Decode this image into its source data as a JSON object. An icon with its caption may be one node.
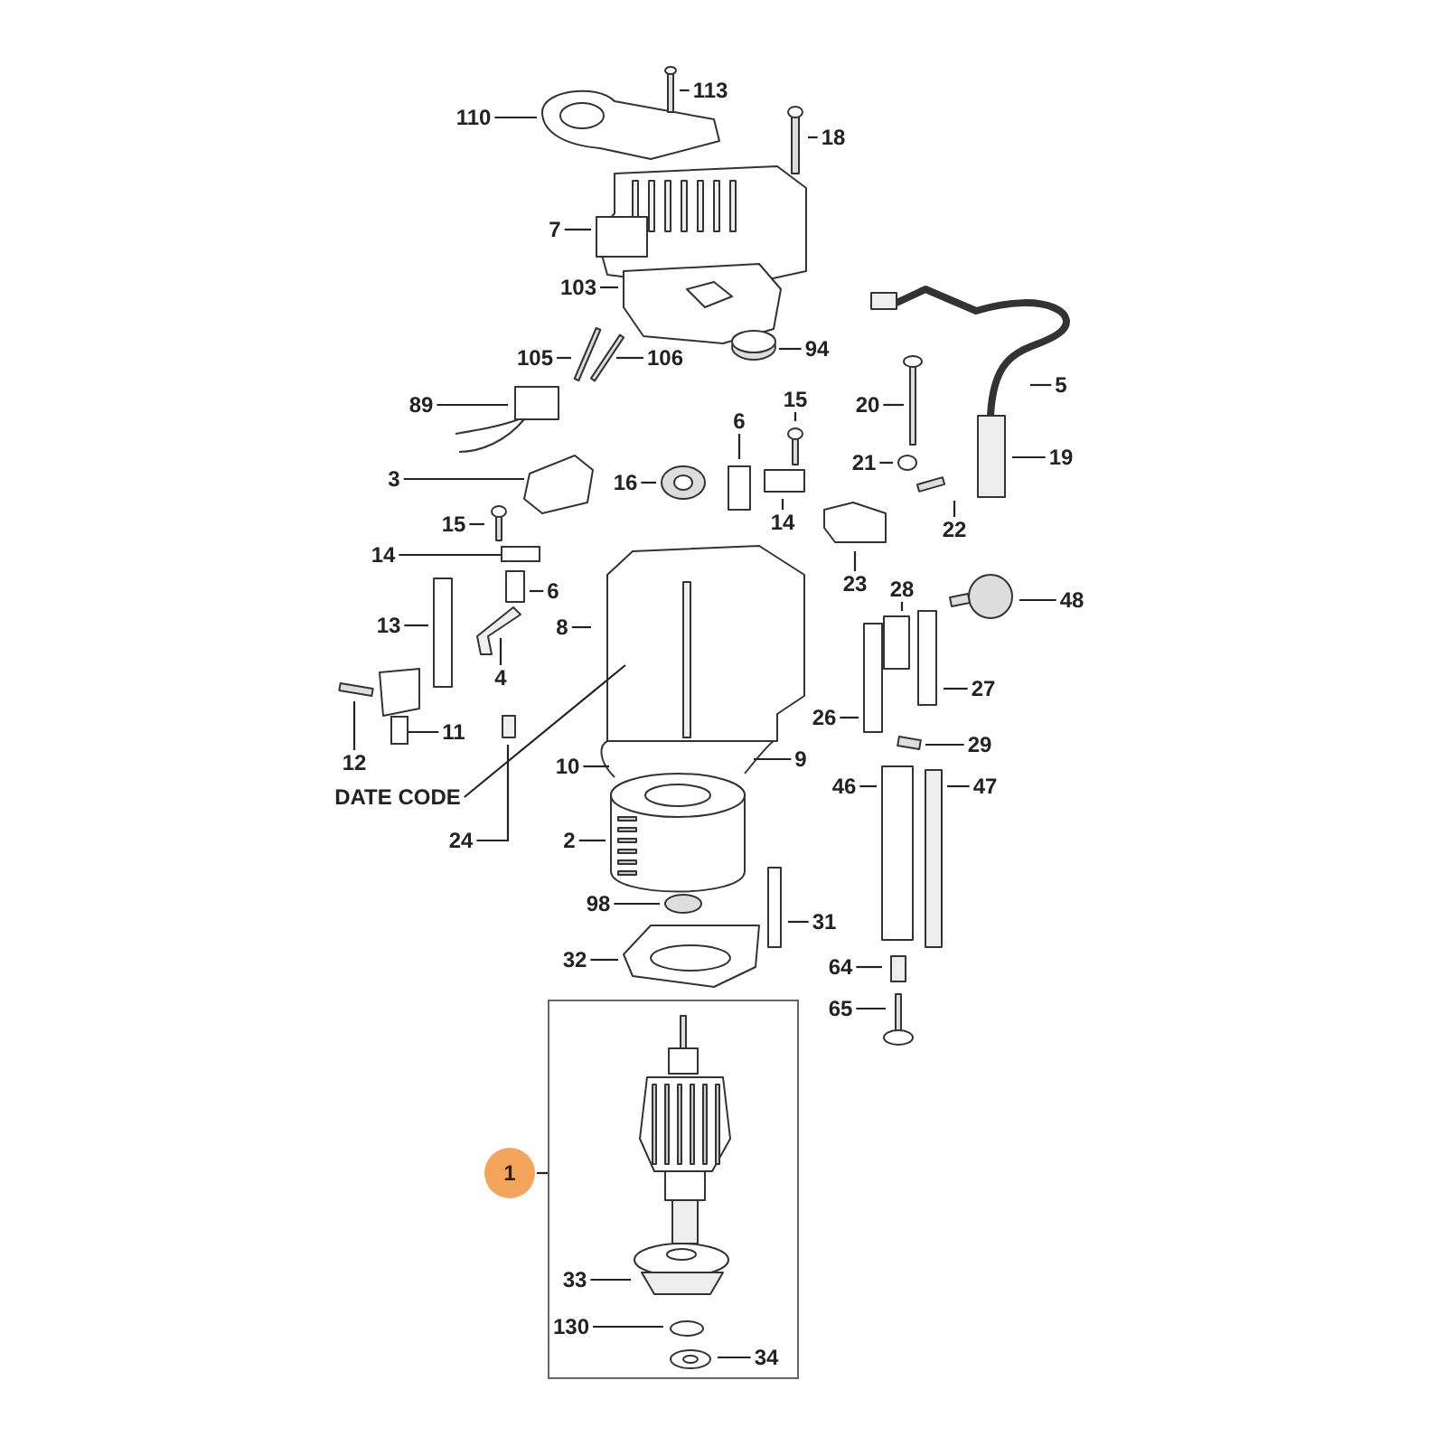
{
  "diagram": {
    "nodes": [
      {
        "text": [
          "113"
        ]
      },
      {
        "text": [
          "110"
        ]
      },
      {
        "text": [
          "18"
        ]
      },
      {
        "text": [
          "7"
        ]
      },
      {
        "text": [
          "103"
        ]
      },
      {
        "text": [
          "105"
        ]
      },
      {
        "text": [
          "106"
        ]
      },
      {
        "text": [
          "94"
        ]
      },
      {
        "text": [
          "5"
        ]
      },
      {
        "text": [
          "20"
        ]
      },
      {
        "text": [
          "15"
        ]
      },
      {
        "text": [
          "89"
        ]
      },
      {
        "text": [
          "6"
        ]
      },
      {
        "text": [
          "19"
        ]
      },
      {
        "text": [
          "21"
        ]
      },
      {
        "text": [
          "3"
        ]
      },
      {
        "text": [
          "16"
        ]
      },
      {
        "text": [
          "14"
        ]
      },
      {
        "text": [
          "15"
        ]
      },
      {
        "text": [
          "22"
        ]
      },
      {
        "text": [
          "14"
        ]
      },
      {
        "text": [
          "23"
        ]
      },
      {
        "text": [
          "6"
        ]
      },
      {
        "text": [
          "28"
        ]
      },
      {
        "text": [
          "48"
        ]
      },
      {
        "text": [
          "13"
        ]
      },
      {
        "text": [
          "8"
        ]
      },
      {
        "text": [
          "4"
        ]
      },
      {
        "text": [
          "27"
        ]
      },
      {
        "text": [
          "26"
        ]
      },
      {
        "text": [
          "11"
        ]
      },
      {
        "text": [
          "29"
        ]
      },
      {
        "text": [
          "9"
        ]
      },
      {
        "text": [
          "12"
        ]
      },
      {
        "text": [
          "10"
        ]
      },
      {
        "text": [
          "46"
        ]
      },
      {
        "text": [
          "47"
        ]
      },
      {
        "text": [
          "DATE CODE"
        ]
      },
      {
        "text": [
          "2"
        ]
      },
      {
        "text": [
          "24"
        ]
      },
      {
        "text": [
          "98"
        ]
      },
      {
        "text": [
          "31"
        ]
      },
      {
        "text": [
          "32"
        ]
      },
      {
        "text": [
          "64"
        ]
      },
      {
        "text": [
          "65"
        ]
      },
      {
        "text": [],
        "shape": "box"
      },
      {
        "text": [
          "1"
        ]
      },
      {
        "text": [
          "33"
        ],
        "in": 45
      },
      {
        "text": [
          "130"
        ],
        "in": 45
      },
      {
        "text": [
          "34"
        ],
        "in": 45
      },
      {
        "text": [],
        "shape": "box"
      },
      {
        "text": [],
        "shape": "box"
      }
    ],
    "edges": [
      {
        "from": 0,
        "to": null,
        "arrow": "none"
      },
      {
        "from": 1,
        "to": null,
        "arrow": "none"
      },
      {
        "from": 2,
        "to": null,
        "arrow": "none"
      },
      {
        "from": 3,
        "to": null,
        "arrow": "none"
      },
      {
        "from": 4,
        "to": null,
        "arrow": "none"
      },
      {
        "from": 5,
        "to": null,
        "arrow": "none"
      },
      {
        "from": 6,
        "to": null,
        "arrow": "none"
      },
      {
        "from": 7,
        "to": null,
        "arrow": "none"
      },
      {
        "from": 8,
        "to": null,
        "arrow": "none"
      },
      {
        "from": 9,
        "to": null,
        "arrow": "none"
      },
      {
        "from": 10,
        "to": null,
        "arrow": "none"
      },
      {
        "from": 11,
        "to": null,
        "arrow": "none"
      },
      {
        "from": 12,
        "to": null,
        "arrow": "none"
      },
      {
        "from": 13,
        "to": null,
        "arrow": "none"
      },
      {
        "from": 14,
        "to": null,
        "arrow": "none"
      },
      {
        "from": 15,
        "to": null,
        "arrow": "none"
      },
      {
        "from": 16,
        "to": null,
        "arrow": "none"
      },
      {
        "from": 17,
        "to": null,
        "arrow": "none"
      },
      {
        "from": 18,
        "to": null,
        "arrow": "none"
      },
      {
        "from": 19,
        "to": null,
        "arrow": "none"
      },
      {
        "from": 20,
        "to": 50,
        "arrow": "none"
      },
      {
        "from": 21,
        "to": null,
        "arrow": "none"
      },
      {
        "from": 22,
        "to": null,
        "arrow": "none"
      },
      {
        "from": 23,
        "to": null,
        "arrow": "none"
      },
      {
        "from": 24,
        "to": null,
        "arrow": "none"
      },
      {
        "from": 25,
        "to": null,
        "arrow": "none"
      },
      {
        "from": 26,
        "to": null,
        "arrow": "none"
      },
      {
        "from": 27,
        "to": null,
        "arrow": "none"
      },
      {
        "from": 28,
        "to": null,
        "arrow": "none"
      },
      {
        "from": 29,
        "to": null,
        "arrow": "none"
      },
      {
        "from": 30,
        "to": 51,
        "arrow": "none"
      },
      {
        "from": 31,
        "to": null,
        "arrow": "none"
      },
      {
        "from": 32,
        "to": null,
        "arrow": "none"
      },
      {
        "from": 33,
        "to": null,
        "arrow": "none"
      },
      {
        "from": 34,
        "to": null,
        "arrow": "none"
      },
      {
        "from": 35,
        "to": null,
        "arrow": "none"
      },
      {
        "from": 36,
        "to": null,
        "arrow": "none"
      },
      {
        "from": 37,
        "to": null,
        "arrow": "none"
      },
      {
        "from": 38,
        "to": null,
        "arrow": "none"
      },
      {
        "from": 39,
        "to": null,
        "arrow": "none"
      },
      {
        "from": 40,
        "to": null,
        "arrow": "none"
      },
      {
        "from": 41,
        "to": null,
        "arrow": "none"
      },
      {
        "from": 42,
        "to": null,
        "arrow": "none"
      },
      {
        "from": 43,
        "to": null,
        "arrow": "none"
      },
      {
        "from": 44,
        "to": null,
        "arrow": "none"
      },
      {
        "from": 46,
        "to": 45,
        "arrow": "none"
      },
      {
        "from": 47,
        "to": null,
        "arrow": "none"
      },
      {
        "from": 48,
        "to": null,
        "arrow": "none"
      },
      {
        "from": 49,
        "to": null,
        "arrow": "none"
      }
    ]
  }
}
